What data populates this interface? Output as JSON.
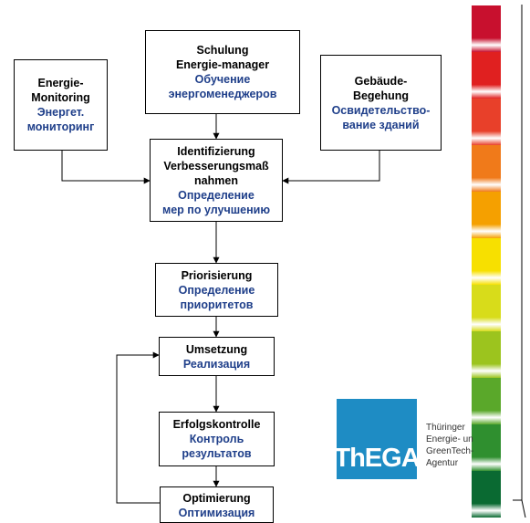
{
  "boxes": {
    "monitoring": {
      "de": "Energie-\nMonitoring",
      "ru": "Энергет.\nмониторинг"
    },
    "schulung": {
      "de": "Schulung\nEnergie-manager",
      "ru": "Обучение\nэнергоменеджеров"
    },
    "begehung": {
      "de": "Gebäude-\nBegehung",
      "ru": "Освидетельство-\nвание зданий"
    },
    "identifizierung": {
      "de": "Identifizierung\nVerbesserungsmaß\nnahmen",
      "ru": "Определение\nмер по улучшению"
    },
    "priorisierung": {
      "de": "Priorisierung",
      "ru": "Определение\nприоритетов"
    },
    "umsetzung": {
      "de": "Umsetzung",
      "ru": "Реализация"
    },
    "erfolgskontrolle": {
      "de": "Erfolgskontrolle",
      "ru": "Контроль\nрезультатов"
    },
    "optimierung": {
      "de": "Optimierung",
      "ru": "Оптимизация"
    }
  },
  "logo": {
    "mark": "ThEGA",
    "lines": [
      "Thüringer",
      "Energie- und",
      "GreenTech-",
      "Agentur"
    ]
  },
  "colors": {
    "russian_text": "#1f3f8a",
    "logo_blue": "#1e8cc4",
    "scale": [
      "#c8102e",
      "#e02020",
      "#e8402a",
      "#f07a1a",
      "#f5a000",
      "#f7e000",
      "#d8dc1a",
      "#9cc41e",
      "#5aa82a",
      "#2f8f2f",
      "#0a6a32"
    ]
  }
}
